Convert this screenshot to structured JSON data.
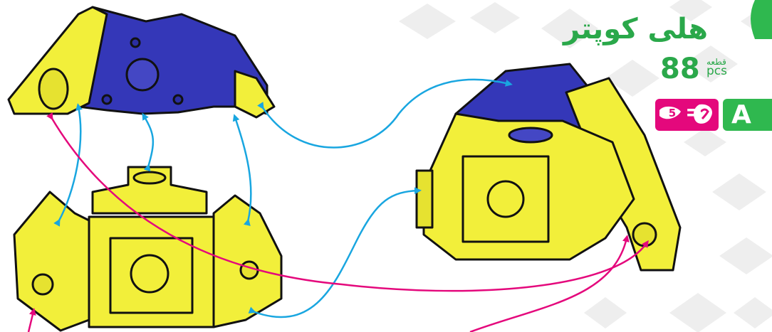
{
  "header": {
    "model_title": "هلی کوپتر",
    "piece_count": "88",
    "pieces_label_fa": "قطعه",
    "pieces_label_en": "pcs"
  },
  "badge": {
    "number": "5",
    "symbol": "=",
    "color": "#e4087c"
  },
  "step": {
    "label": "A",
    "color": "#2fb84f"
  },
  "colors": {
    "yellow": "#f2ef3a",
    "blue": "#3437b8",
    "arrow_blue": "#19a6e0",
    "arrow_magenta": "#e4087c",
    "brand_green": "#2aa84a"
  }
}
